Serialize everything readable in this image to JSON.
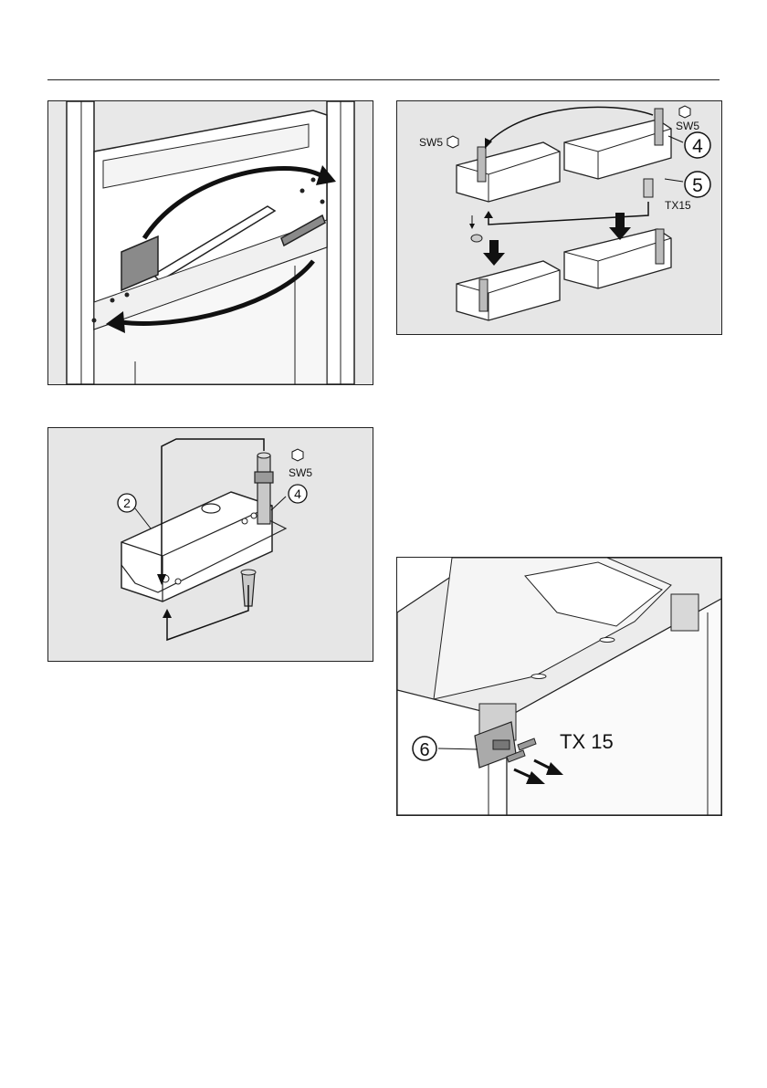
{
  "figures": {
    "bracket_detail": {
      "callouts": [
        "2",
        "4"
      ],
      "wrench_label": "SW5"
    },
    "hinge_swap": {
      "callouts": [
        "4",
        "5"
      ],
      "wrench_label_left": "SW5",
      "wrench_label_right": "SW5",
      "torx_label": "TX15"
    },
    "hinge_cover": {
      "callouts": [
        "6"
      ],
      "torx_label": "TX 15"
    }
  }
}
